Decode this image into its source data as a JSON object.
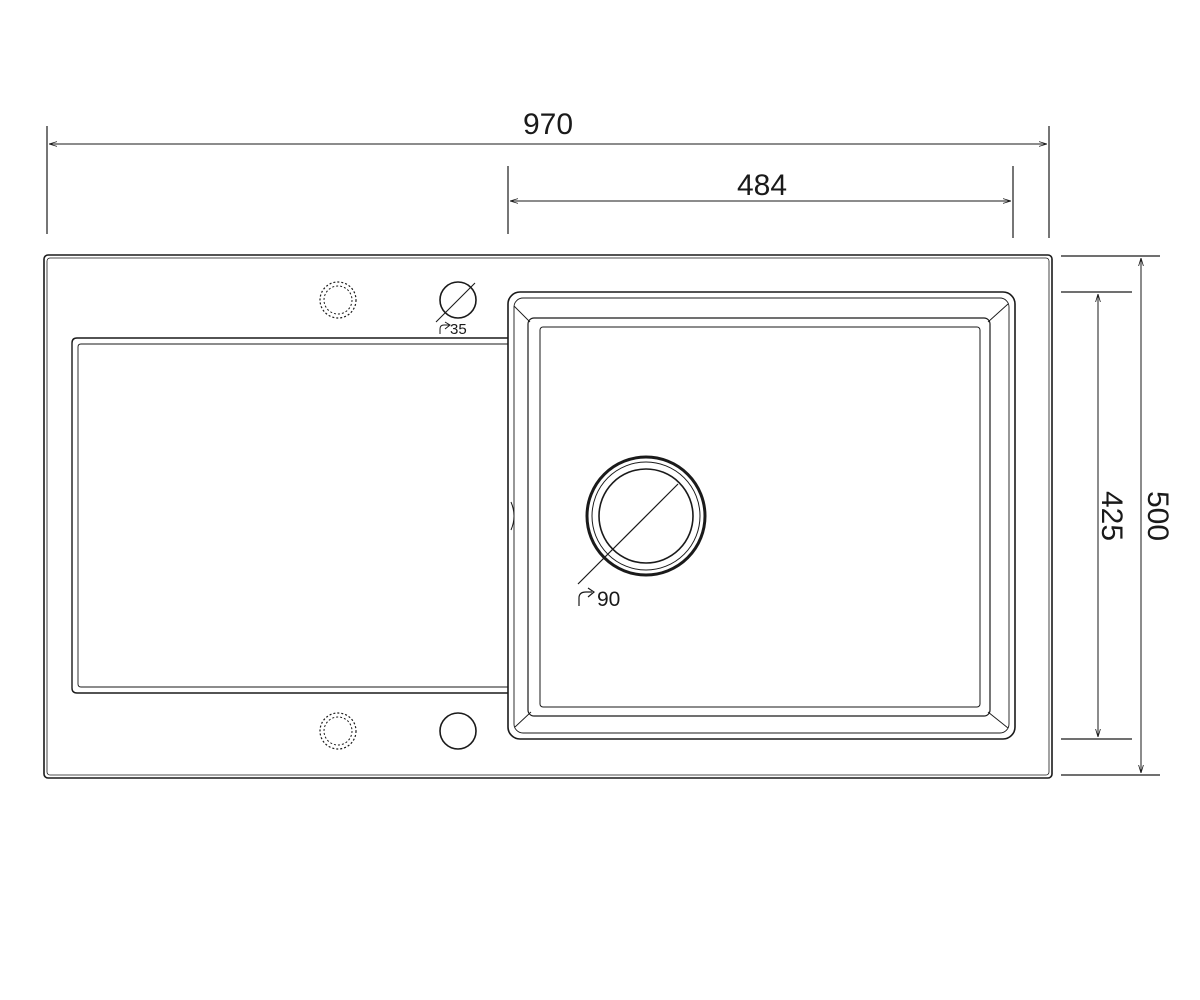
{
  "dimensions": {
    "overall_width": "970",
    "bowl_width": "484",
    "overall_depth": "500",
    "bowl_depth": "425"
  },
  "holes": {
    "tap_hole": "35",
    "drain": "90"
  },
  "colors": {
    "line": "#1a1a1a",
    "background": "#ffffff",
    "optional_hole": "#9a9a9a"
  },
  "icons": {
    "diameter_symbol": "diameter-icon"
  }
}
